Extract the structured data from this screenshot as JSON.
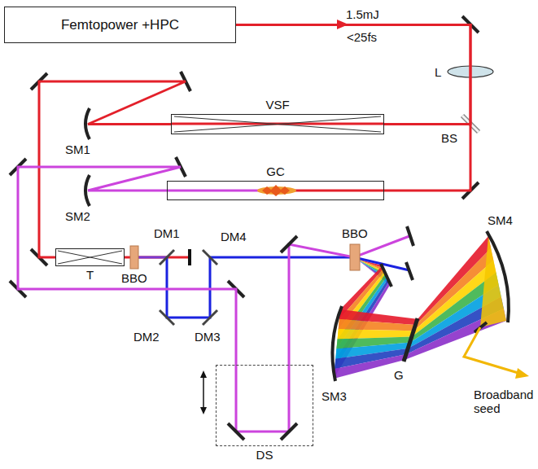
{
  "diagram": {
    "nodes": [
      {
        "text": [
          "Femtopower +HPC"
        ]
      },
      {
        "text": [
          "VSF"
        ]
      },
      {
        "text": [
          "GC"
        ]
      },
      {
        "text": [
          "T"
        ]
      },
      {
        "text": [
          "DS"
        ]
      }
    ],
    "edges": [
      {
        "from": 0,
        "to": 1,
        "arrow": "none"
      },
      {
        "from": 0,
        "to": 2,
        "arrow": "none"
      },
      {
        "from": 1,
        "to": 3,
        "arrow": "none"
      },
      {
        "from": 2,
        "to": 4,
        "arrow": "none"
      }
    ],
    "labels": [
      "1.5mJ",
      "<25fs",
      "L",
      "BS",
      "SM1",
      "SM2",
      "BBO",
      "DM1",
      "DM4",
      "BBO",
      "SM4",
      "DM2",
      "DM3",
      "SM3",
      "G",
      "Broadband seed"
    ]
  }
}
